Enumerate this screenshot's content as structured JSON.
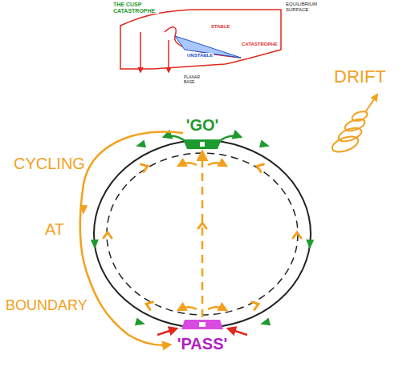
{
  "diagram": {
    "nodes": [
      {
        "text": [
          "'GO'"
        ]
      },
      {
        "text": [
          "'PASS'"
        ]
      }
    ],
    "edges": [
      {
        "from": 1,
        "to": 0,
        "arrow": "to"
      }
    ],
    "labels": [
      "THE CUSP CATASTROPHE",
      "EQUILIBRIUM SURFACE",
      "STABLE",
      "UNSTABLE",
      "CATASTROPHE",
      "PLANAR BASE",
      "CYCLING",
      "AT",
      "BOUNDARY",
      "DRIFT"
    ]
  }
}
